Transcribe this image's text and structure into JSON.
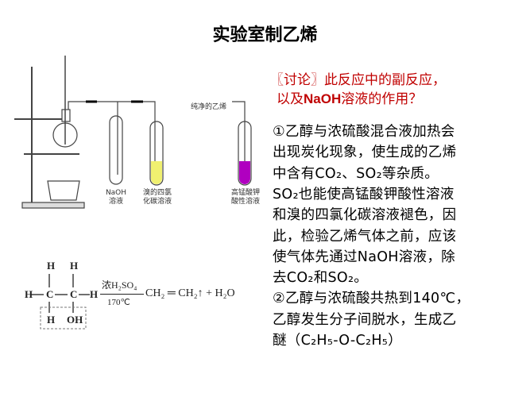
{
  "title": "实验室制乙烯",
  "discussion": {
    "line1": "〖讨论〗此反应中的副反应，",
    "line2_pre": "以及",
    "line2_naoh": "NaOH",
    "line2_post": "溶液的作用？"
  },
  "answer": [
    "①乙醇与浓硫酸混合液加热会",
    "出现炭化现象，使生成的乙烯",
    "中含有CO₂、SO₂等杂质。",
    "SO₂也能使高锰酸钾酸性溶液",
    "和溴的四氯化碳溶液褪色，因",
    "此，检验乙烯气体之前，应该",
    "使气体先通过NaOH溶液，除",
    "去CO₂和SO₂。",
    "②乙醇与浓硫酸共热到140℃，",
    "乙醇发生分子间脱水，生成乙",
    "醚（C₂H₅-O-C₂H₅）"
  ],
  "apparatus": {
    "label_naoh": [
      "NaOH",
      "溶液"
    ],
    "label_br": [
      "溴的四氯",
      "化碳溶液"
    ],
    "label_kmno4": [
      "高锰酸钾",
      "酸性溶液"
    ],
    "label_pure": "纯净的乙烯",
    "colors": {
      "bromine": "#f0f070",
      "permanganate": "#b000c0"
    }
  },
  "equation": {
    "H": "H",
    "C": "C",
    "OH": "OH",
    "reagent": "浓H₂SO₄",
    "condition": "170℃",
    "product": "CH₂ ═ CH₂↑ + H₂O"
  }
}
